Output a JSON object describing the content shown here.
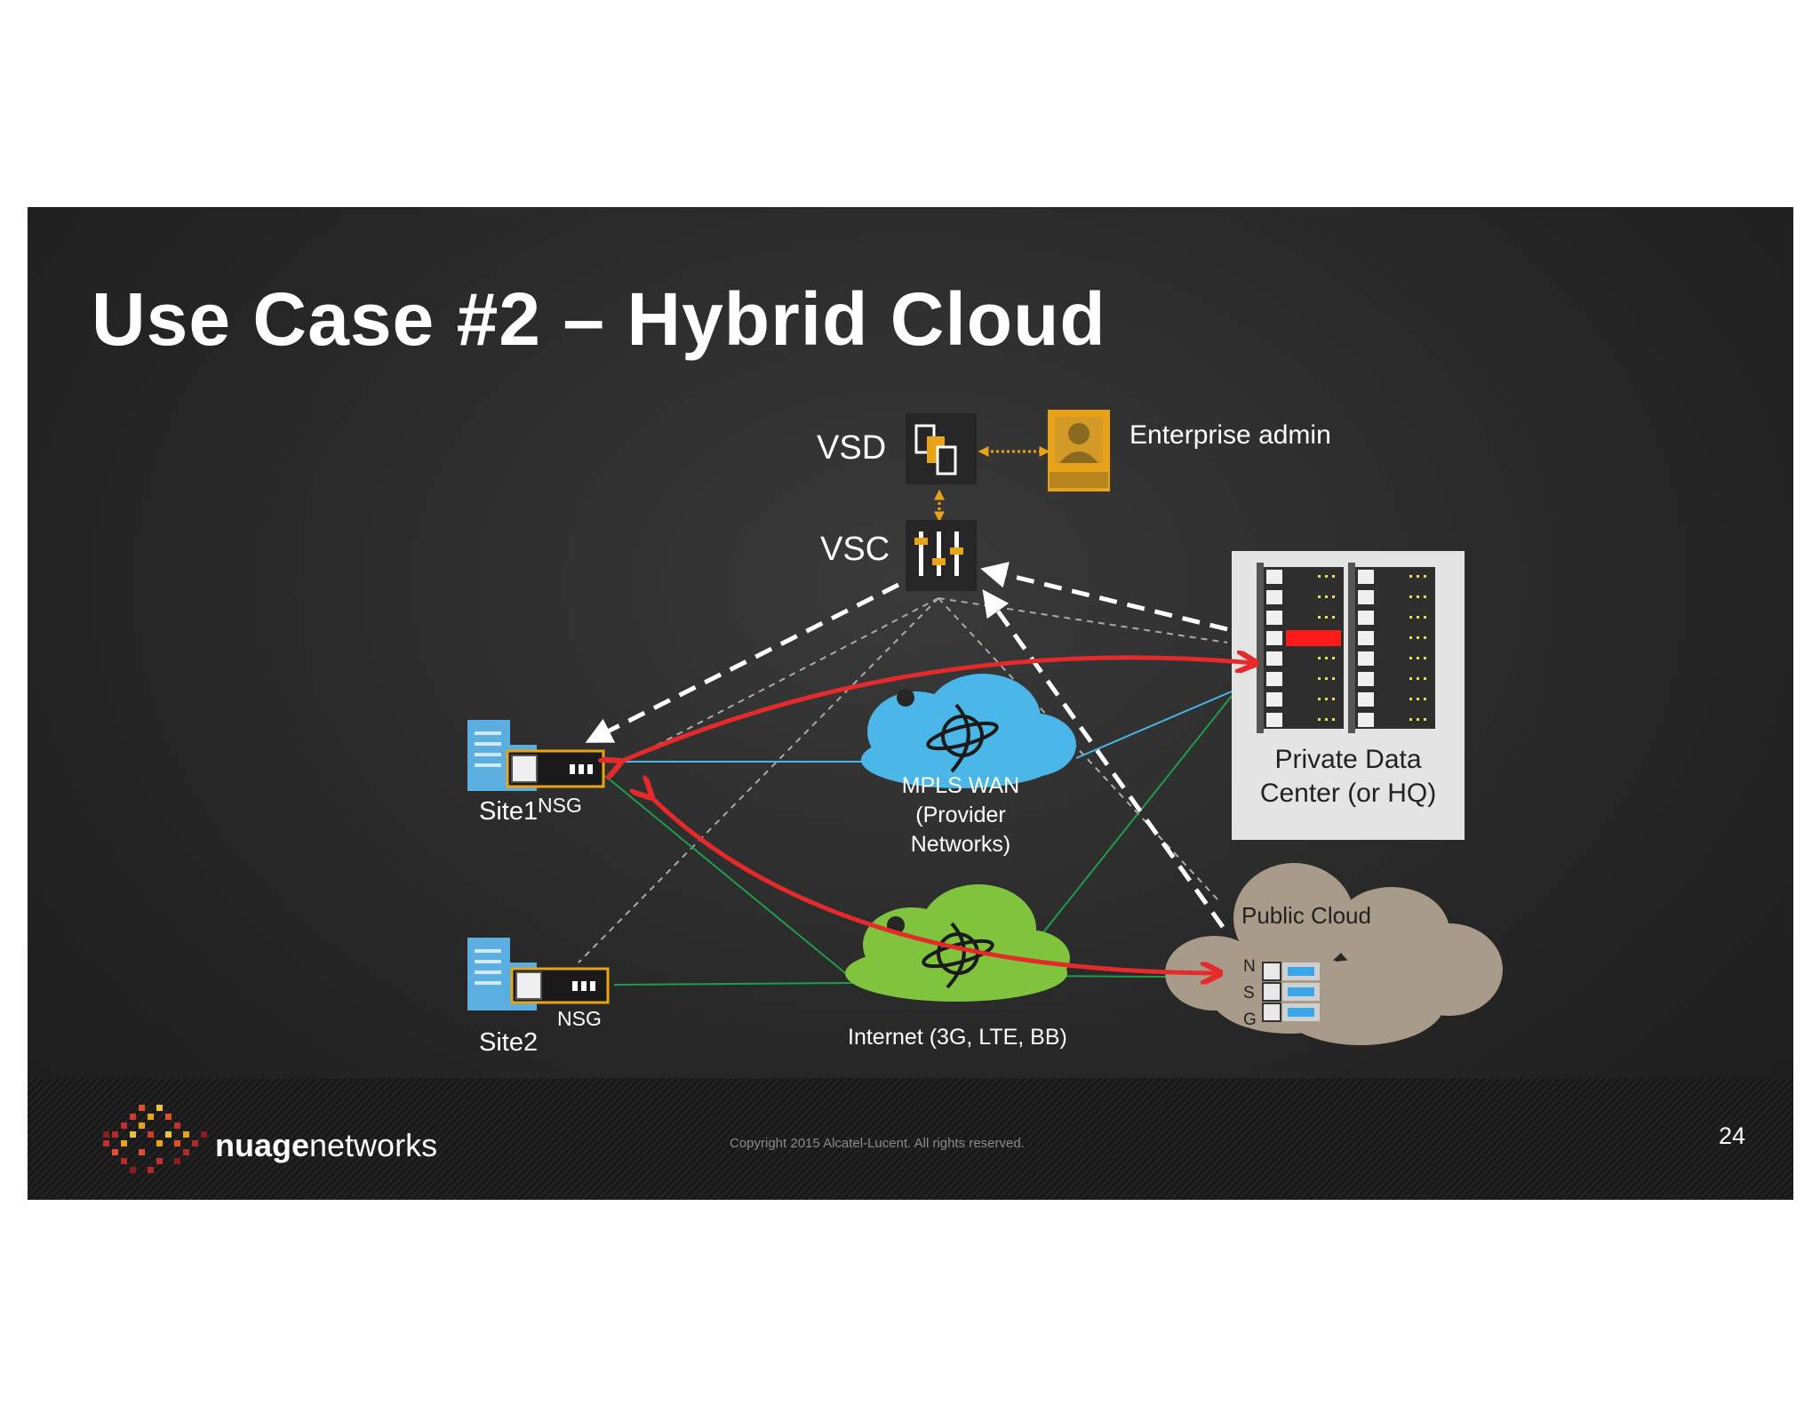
{
  "title": "Use Case #2 – Hybrid Cloud",
  "nodes": {
    "vsd": "VSD",
    "vsc": "VSC",
    "enterprise_admin": "Enterprise admin",
    "private_dc": [
      "Private Data",
      "Center (or HQ)"
    ],
    "public_cloud": "Public Cloud",
    "public_nsg": [
      "N",
      "S",
      "G"
    ],
    "mpls": [
      "MPLS WAN",
      "(Provider",
      "Networks)"
    ],
    "internet": "Internet (3G, LTE, BB)",
    "site1": "Site1",
    "site1_nsg": "NSG",
    "site2": "Site2",
    "site2_nsg": "NSG"
  },
  "footer": {
    "brand_bold": "nuage",
    "brand_light": "networks",
    "copyright": "Copyright 2015 Alcatel-Lucent.  All rights reserved.",
    "page": "24"
  },
  "colors": {
    "background": "#262626",
    "accent_orange": "#e8a317",
    "red_flow": "#e42a2a",
    "mpls_blue": "#4ab7e8",
    "internet_green": "#7fc43c",
    "link_green": "#1e9e4a",
    "public_cloud": "#a89b8a",
    "building_blue": "#5aaee0"
  }
}
